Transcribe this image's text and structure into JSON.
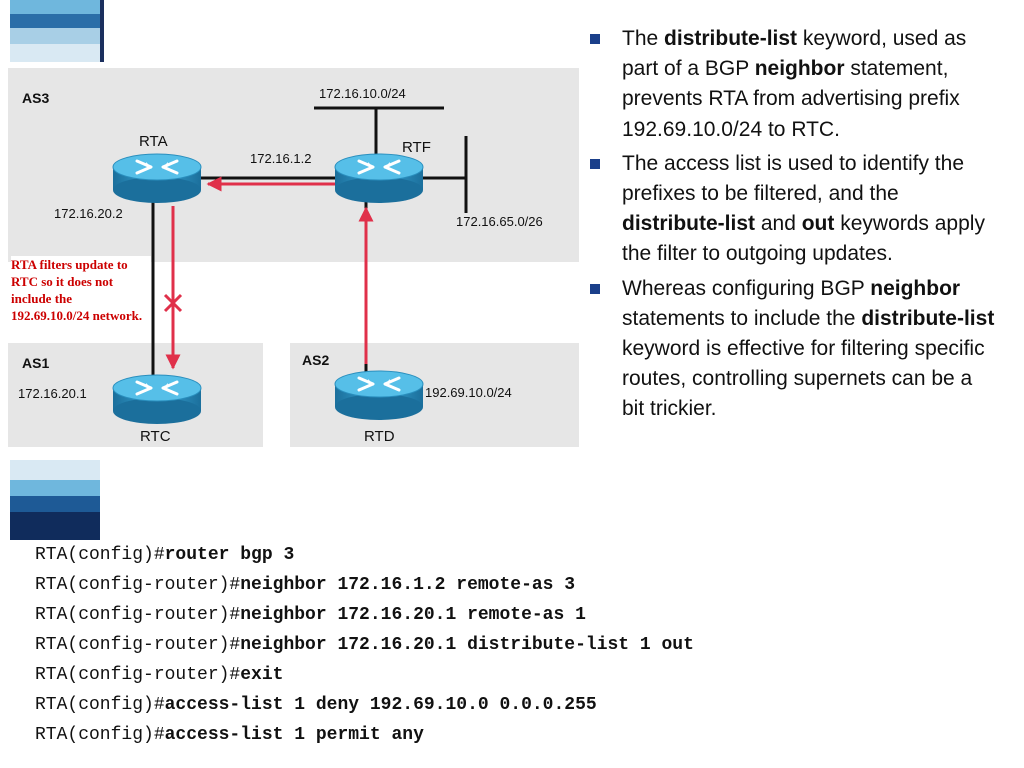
{
  "diagram": {
    "as_labels": [
      "AS3",
      "AS1",
      "AS2"
    ],
    "routers": [
      "RTA",
      "RTF",
      "RTC",
      "RTD"
    ],
    "networks": [
      "172.16.10.0/24",
      "172.16.1.2",
      "172.16.20.2",
      "172.16.65.0/26",
      "172.16.20.1",
      "192.69.10.0/24"
    ],
    "note": "RTA filters update to RTC so it does not include the 192.69.10.0/24 network.",
    "colors": {
      "as_box": "#e6e6e6",
      "router": "#2f9fcf",
      "arrow": "#e0304a",
      "bullet": "#1a3f8a"
    }
  },
  "bullets": [
    [
      {
        "text": "The ",
        "bold": false
      },
      {
        "text": "distribute-list",
        "bold": true
      },
      {
        "text": " keyword, used as part of a BGP ",
        "bold": false
      },
      {
        "text": "neighbor",
        "bold": true
      },
      {
        "text": " statement, prevents RTA from advertising prefix 192.69.10.0/24 to RTC.",
        "bold": false
      }
    ],
    [
      {
        "text": "The access list is used to identify the prefixes to be filtered, and the ",
        "bold": false
      },
      {
        "text": "distribute-list",
        "bold": true
      },
      {
        "text": " and ",
        "bold": false
      },
      {
        "text": "out",
        "bold": true
      },
      {
        "text": " keywords apply the filter to outgoing updates.",
        "bold": false
      }
    ],
    [
      {
        "text": "Whereas configuring BGP ",
        "bold": false
      },
      {
        "text": "neighbor",
        "bold": true
      },
      {
        "text": " statements to include the ",
        "bold": false
      },
      {
        "text": "distribute-list",
        "bold": true
      },
      {
        "text": " keyword is effective for filtering specific routes, controlling supernets can be a bit trickier.",
        "bold": false
      }
    ]
  ],
  "code": [
    {
      "prompt": "RTA(config)#",
      "cmd": "router bgp 3"
    },
    {
      "prompt": "RTA(config-router)#",
      "cmd": "neighbor 172.16.1.2 remote-as 3"
    },
    {
      "prompt": "RTA(config-router)#",
      "cmd": "neighbor 172.16.20.1 remote-as 1"
    },
    {
      "prompt": "RTA(config-router)#",
      "cmd": "neighbor 172.16.20.1 distribute-list 1 out"
    },
    {
      "prompt": "RTA(config-router)#",
      "cmd": "exit"
    },
    {
      "prompt": "RTA(config)#",
      "cmd": "access-list 1 deny 192.69.10.0 0.0.0.255"
    },
    {
      "prompt": "RTA(config)#",
      "cmd": "access-list 1 permit any"
    }
  ]
}
